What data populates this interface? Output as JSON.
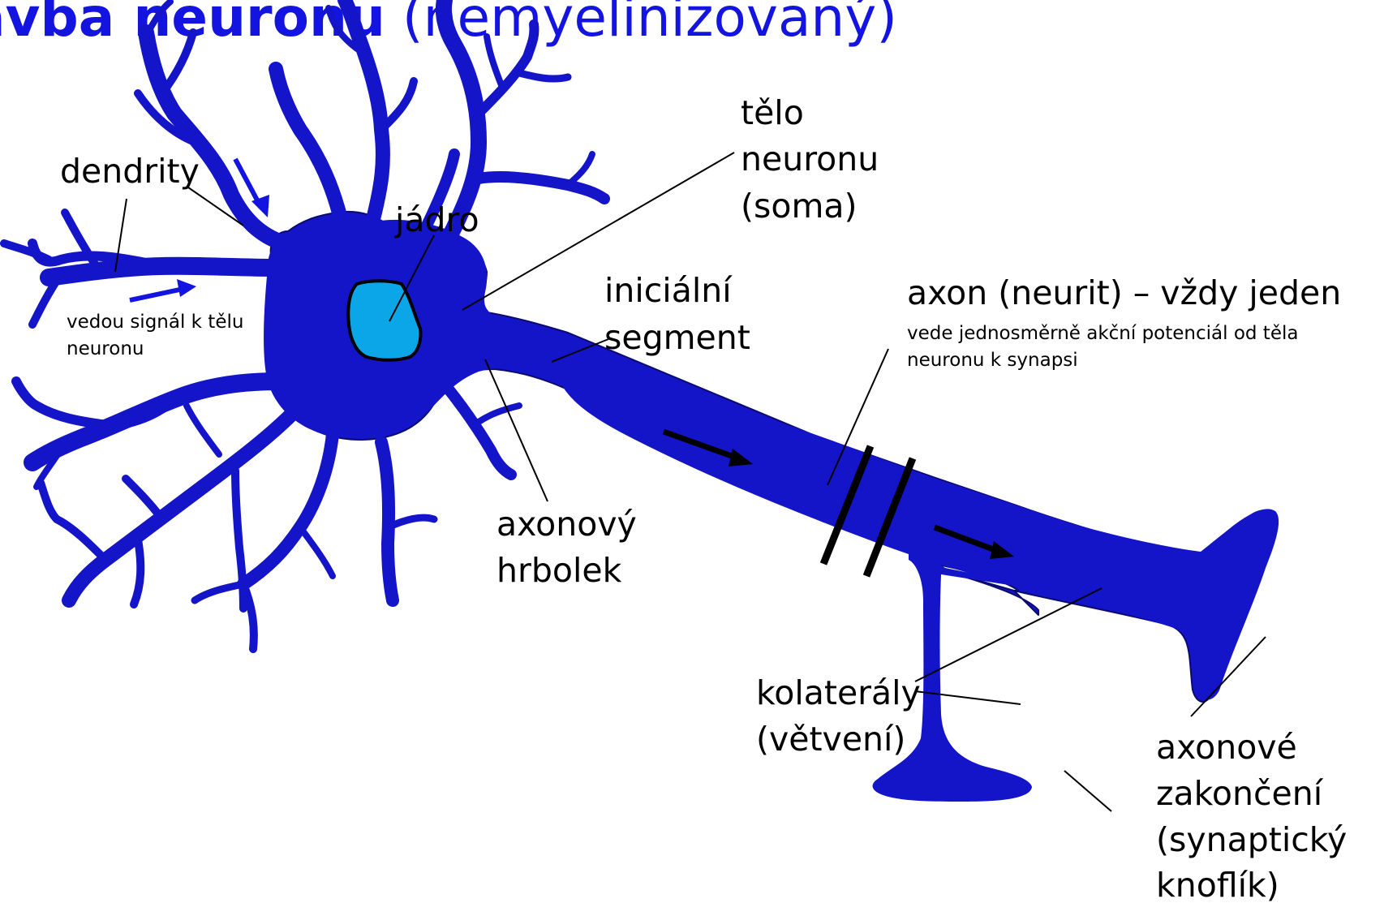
{
  "title": {
    "bold": "avba neuronu",
    "regular": " (nemyelinizovaný)"
  },
  "colors": {
    "neuron": "#1414C8",
    "nucleus": "#0AA6E8",
    "arrow_blue": "#1414E0",
    "arrow_black": "#000000",
    "title": "#1414E0",
    "text": "#000000"
  },
  "labels": {
    "dendrity": "dendrity",
    "dendrity_note_1": "vedou signál k tělu",
    "dendrity_note_2": "neuronu",
    "jadro": "jádro",
    "telo_1": "tělo",
    "telo_2": "neuronu",
    "telo_3": "(soma)",
    "inicialni_1": "iniciální",
    "inicialni_2": "segment",
    "hrbolek_1": "axonový",
    "hrbolek_2": "hrbolek",
    "axon_title": "axon (neurit) – vždy jeden",
    "axon_note_1": "vede jednosměrně akční potenciál od těla",
    "axon_note_2": "neuronu k synapsi",
    "kolateraly_1": "kolaterály",
    "kolateraly_2": "(větvení)",
    "zakonceni_1": "axonové",
    "zakonceni_2": "zakončení",
    "zakonceni_3": "(synaptický",
    "zakonceni_4": "knoflík)"
  }
}
